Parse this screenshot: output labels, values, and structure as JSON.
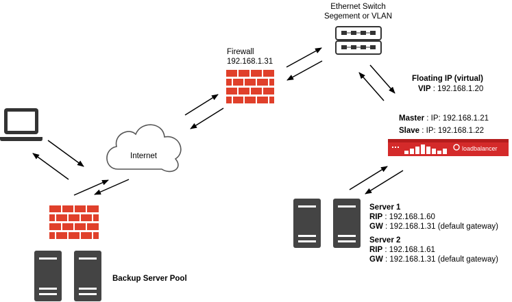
{
  "labels": {
    "switch_line1": "Ethernet Switch",
    "switch_line2": "Segement or VLAN",
    "firewall_title": "Firewall",
    "firewall_ip": "192.168.1.31",
    "floating_title": "Floating IP (virtual)",
    "vip_label": "VIP",
    "vip_value": " : 192.168.1.20",
    "master_label": "Master",
    "master_value": " : IP: 192.168.1.21",
    "slave_label": "Slave",
    "slave_value": " : IP: 192.168.1.22",
    "internet": "Internet",
    "server1_title": "Server 1",
    "server1_rip_label": "RIP",
    "server1_rip_value": " : 192.168.1.60",
    "server1_gw_label": "GW",
    "server1_gw_value": " : 192.168.1.31 (default gateway)",
    "server2_title": "Server 2",
    "server2_rip_label": "RIP",
    "server2_rip_value": " : 192.168.1.61",
    "server2_gw_label": "GW",
    "server2_gw_value": " : 192.168.1.31 (default gateway)",
    "backup_pool": "Backup Server Pool",
    "appliance_brand": "loadbalancer"
  },
  "colors": {
    "firewall_red": "#e0402b",
    "appliance_red": "#d42a2a",
    "server_dark": "#444444",
    "arrow": "#000000"
  },
  "icons": [
    "laptop-icon",
    "cloud-icon",
    "firewall-icon",
    "switch-icon",
    "loadbalancer-appliance-icon",
    "server-icon"
  ]
}
